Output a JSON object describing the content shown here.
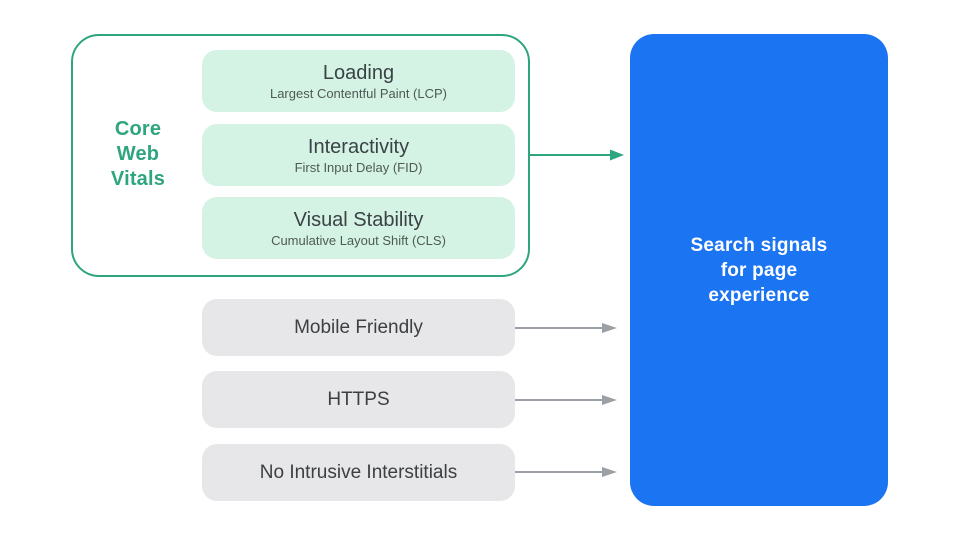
{
  "colors": {
    "background": "#FFFFFF",
    "teal": "#2FA57F",
    "mint": "#D4F3E4",
    "gray_box": "#E7E7E9",
    "gray_arrow": "#9AA0A6",
    "blue": "#1B74F2",
    "title_text": "#3A4245",
    "subtitle_text": "#4E5A56",
    "label_text": "#3C4043",
    "result_text": "#FFFFFF"
  },
  "core_web_vitals": {
    "group_label": "Core\nWeb\nVitals",
    "items": [
      {
        "title": "Loading",
        "subtitle": "Largest Contentful Paint (LCP)"
      },
      {
        "title": "Interactivity",
        "subtitle": "First Input Delay (FID)"
      },
      {
        "title": "Visual Stability",
        "subtitle": "Cumulative Layout Shift (CLS)"
      }
    ]
  },
  "other_signals": [
    {
      "label": "Mobile Friendly"
    },
    {
      "label": "HTTPS"
    },
    {
      "label": "No Intrusive Interstitials"
    }
  ],
  "result_box": {
    "label": "Search signals\nfor page\nexperience"
  },
  "arrows": [
    {
      "name": "core-web-vitals-arrow",
      "color": "teal"
    },
    {
      "name": "mobile-friendly-arrow",
      "color": "gray"
    },
    {
      "name": "https-arrow",
      "color": "gray"
    },
    {
      "name": "no-intrusive-interstitials-arrow",
      "color": "gray"
    }
  ]
}
